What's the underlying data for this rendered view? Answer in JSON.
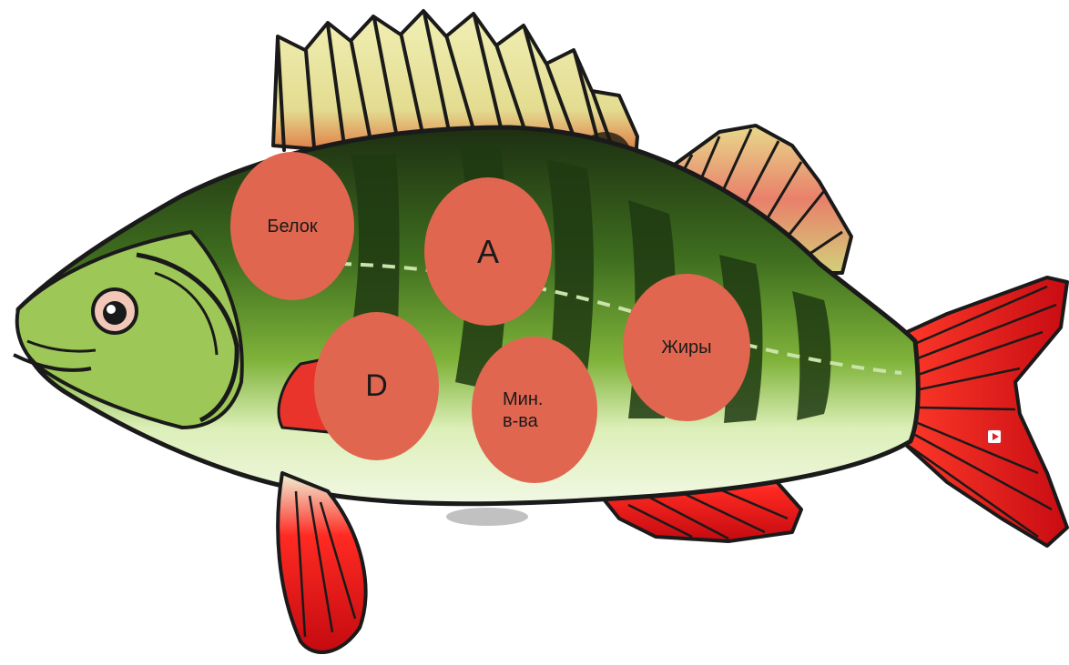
{
  "colors": {
    "bubble_fill": "#e06650",
    "body_green": "#3d6b1e",
    "belly": "#e7f2c8",
    "fin_red": "#e3141b",
    "dorsal_yellow": "#e7e29a",
    "stripe_dark": "#1f3a12"
  },
  "labels": {
    "protein": "Белок",
    "vitamin_a": "A",
    "vitamin_d": "D",
    "minerals": "Мин.\nв-ва",
    "fats": "Жиры"
  },
  "icons": {
    "fish": "perch-fish-illustration",
    "badge": "play-badge-icon"
  }
}
